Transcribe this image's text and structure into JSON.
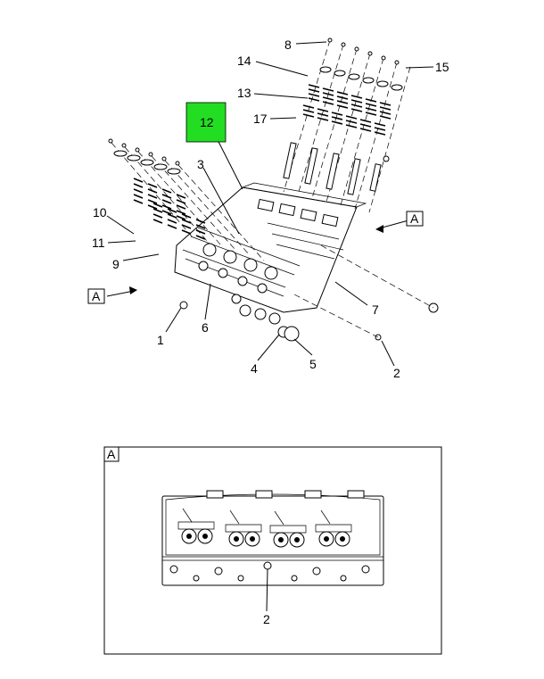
{
  "callouts": {
    "c1": "1",
    "c2": "2",
    "c3": "3",
    "c4": "4",
    "c5": "5",
    "c6": "6",
    "c7": "7",
    "c8": "8",
    "c9": "9",
    "c10": "10",
    "c11": "11",
    "c12": "12",
    "c13": "13",
    "c14": "14",
    "c15": "15",
    "c17": "17"
  },
  "view_marker": "A",
  "detail": {
    "title": "A",
    "callout": "2"
  },
  "colors": {
    "highlight": "#22dd22",
    "line": "#000000",
    "background": "#ffffff"
  }
}
